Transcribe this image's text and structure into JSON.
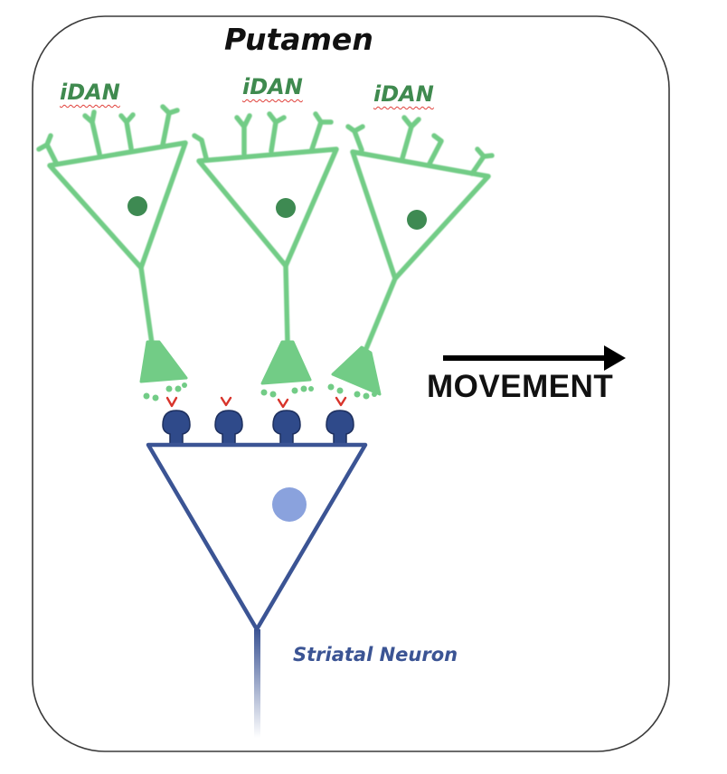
{
  "title": "Putamen",
  "neurons": {
    "idan_label_1": "iDAN",
    "idan_label_2": "iDAN",
    "idan_label_3": "iDAN",
    "striatal_label": "Striatal Neuron"
  },
  "movement_label": "MOVEMENT",
  "colors": {
    "idan_green": "#6ecb83",
    "idan_nucleus": "#3e8a52",
    "striatal_blue": "#3b5494",
    "striatal_nucleus": "#8aa2dd",
    "receptor": "#2f4a8a",
    "release_mark": "#d8342b",
    "frame": "#333333"
  }
}
